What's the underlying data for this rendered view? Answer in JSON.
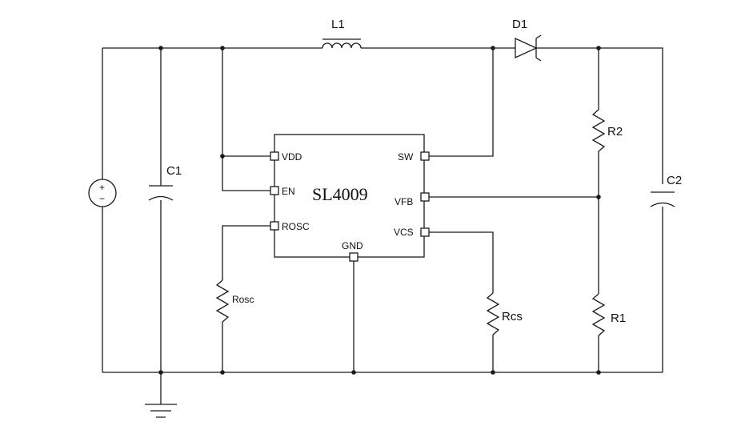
{
  "diagram": {
    "chip_name": "SL4009",
    "pins": {
      "vdd": "VDD",
      "en": "EN",
      "rosc": "ROSC",
      "gnd": "GND",
      "sw": "SW",
      "vfb": "VFB",
      "vcs": "VCS"
    },
    "components": {
      "inductor": "L1",
      "diode": "D1",
      "cap_in": "C1",
      "cap_out": "C2",
      "res_top": "R2",
      "res_bottom": "R1",
      "res_osc": "Rosc",
      "res_cs": "Rcs"
    },
    "source": {
      "plus": "+",
      "minus": "−"
    }
  }
}
